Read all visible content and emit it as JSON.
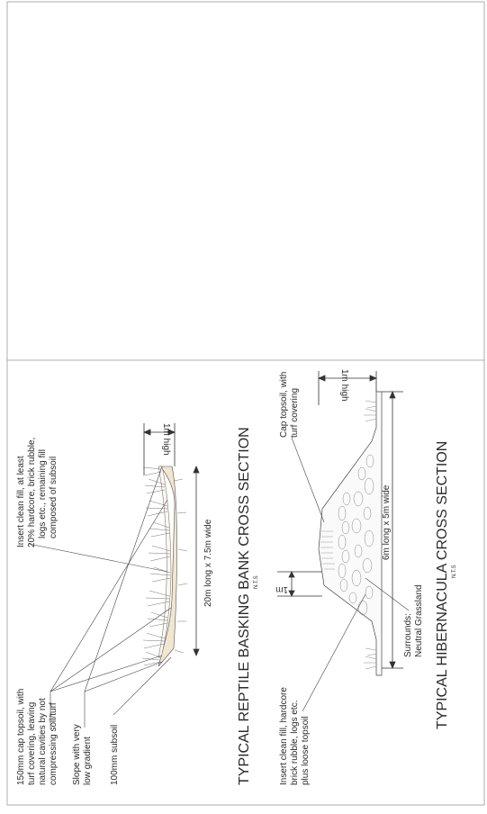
{
  "drawing": {
    "basking_bank": {
      "title": "TYPICAL REPTILE BASKING BANK CROSS SECTION",
      "scale_note": "N.T.S",
      "note_cap_topsoil": [
        "150mm cap topsoil, with",
        "turf covering, leaving",
        "natural cavities by not",
        "compressing soil/turf"
      ],
      "note_slope": [
        "Slope with very",
        "low gradient"
      ],
      "note_subsoil": "100mm subsoil",
      "note_fill": [
        "Insert clean fill, at least",
        "20% hardcore, brick rubble,",
        "logs etc., remaining fill",
        "composed of subsoil"
      ],
      "dim_size": "20m long x 7.5m wide",
      "dim_height": "1m high"
    },
    "hibernacula": {
      "title": "TYPICAL HIBERNACULA CROSS SECTION",
      "scale_note": "N.T.S",
      "note_fill": [
        "Insert clean fill, hardcore",
        "brick rubble, logs etc.",
        "plus loose topsoil"
      ],
      "note_cap": [
        "Cap topsoil, with",
        "turf covering"
      ],
      "dim_depth": "1m",
      "dim_size": "6m long x 5m wide",
      "dim_height": "1m high",
      "note_surrounds": [
        "Surrounds:",
        "Neutral Grassland"
      ]
    }
  }
}
